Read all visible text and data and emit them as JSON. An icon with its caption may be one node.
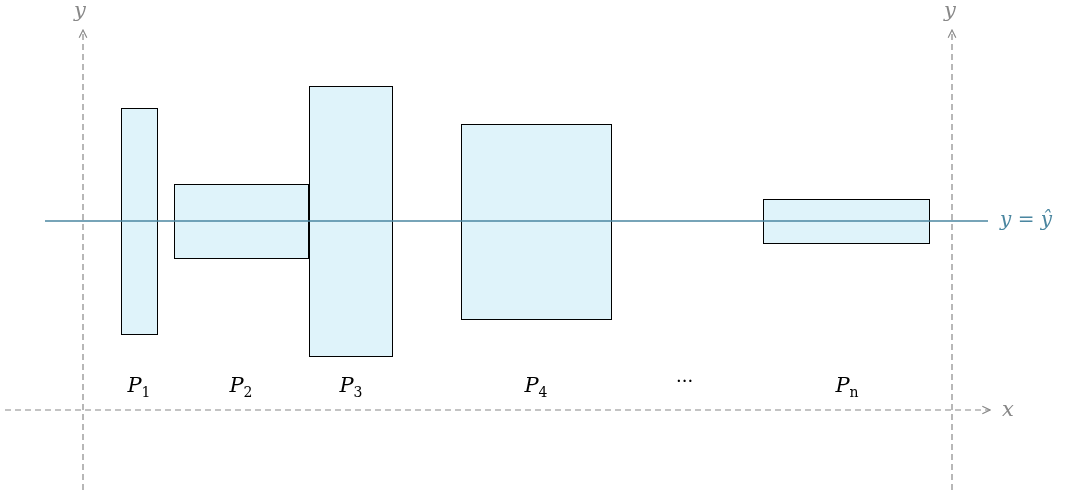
{
  "diagram": {
    "nodes": [
      {
        "text": [],
        "shape": "box"
      },
      {
        "text": [],
        "shape": "box"
      },
      {
        "text": [],
        "shape": "box"
      },
      {
        "text": [],
        "shape": "box"
      },
      {
        "text": [],
        "shape": "box"
      }
    ],
    "edges": [],
    "labels": [
      "y",
      "y",
      "*P*$_{1}$",
      "*P*$_{2}$",
      "*P*$_{3}$",
      "*P*$_{4}$",
      "···",
      "*P*$_{n}$",
      "x",
      "y = ŷ"
    ]
  }
}
